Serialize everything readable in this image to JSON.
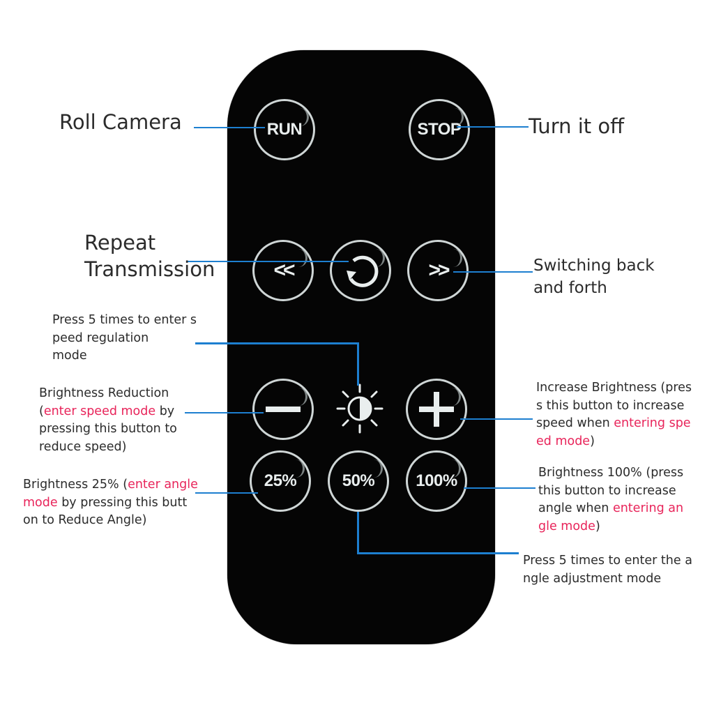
{
  "buttons": {
    "run": "RUN",
    "stop": "STOP",
    "rewind": "<<",
    "forward": ">>",
    "p25": "25%",
    "p50": "50%",
    "p100": "100%"
  },
  "icons": {
    "repeat": "repeat-icon",
    "brightness": "brightness-icon",
    "minus": "minus-icon",
    "plus": "plus-icon"
  },
  "callouts": {
    "roll_camera": "Roll Camera",
    "turn_off": "Turn it off",
    "repeat_transmission": "Repeat\nTransmission",
    "switching": "Switching back\n and forth",
    "speed_mode": "Press 5 times to enter s\npeed regulation\nmode",
    "brightness_reduction": {
      "part1": "Brightness Reduction\n(",
      "highlight": "enter speed mode",
      "part2": " by\npressing this button to\n reduce speed)"
    },
    "increase_brightness": {
      "part1": "Increase Brightness (pres\ns this button to increase\nspeed when ",
      "highlight": "entering spe\ned mode",
      "part2": ")"
    },
    "brightness_25": {
      "part1": "Brightness 25% (",
      "highlight": "enter angle\n mode",
      "part2": " by pressing this butt\non to Reduce Angle)"
    },
    "brightness_100": {
      "part1": "Brightness 100% (press\nthis button to increase\nangle when ",
      "highlight": "entering an\ngle mode",
      "part2": ")"
    },
    "angle_mode": "Press 5 times to enter the a\nngle adjustment mode"
  },
  "colors": {
    "remote_body": "#050505",
    "button_ring": "#cfd6d6",
    "leader_line": "#1d7fd0",
    "highlight_text": "#e8245a"
  }
}
